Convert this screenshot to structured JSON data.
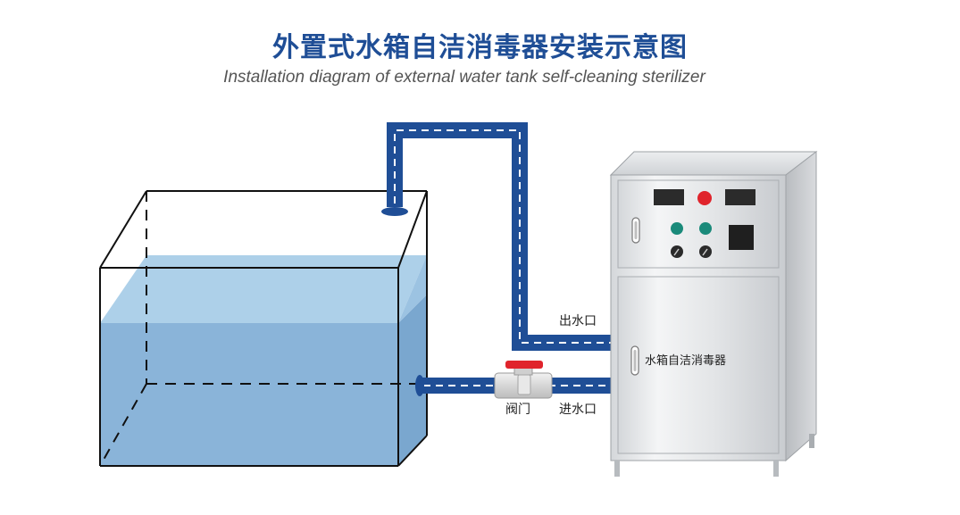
{
  "title": "外置式水箱自洁消毒器安装示意图",
  "subtitle": "Installation diagram of external water tank self-cleaning sterilizer",
  "labels": {
    "outlet": "出水口",
    "inlet": "进水口",
    "valve": "阀门",
    "unit_name": "水箱自洁消毒器"
  },
  "colors": {
    "title": "#1f4e96",
    "pipe": "#1f4e96",
    "water": "#8ab4d9",
    "water_top": "#a9cde8",
    "valve_handle": "#e0242c",
    "indicator_green": "#1a8a7a",
    "indicator_red": "#e0242c"
  }
}
